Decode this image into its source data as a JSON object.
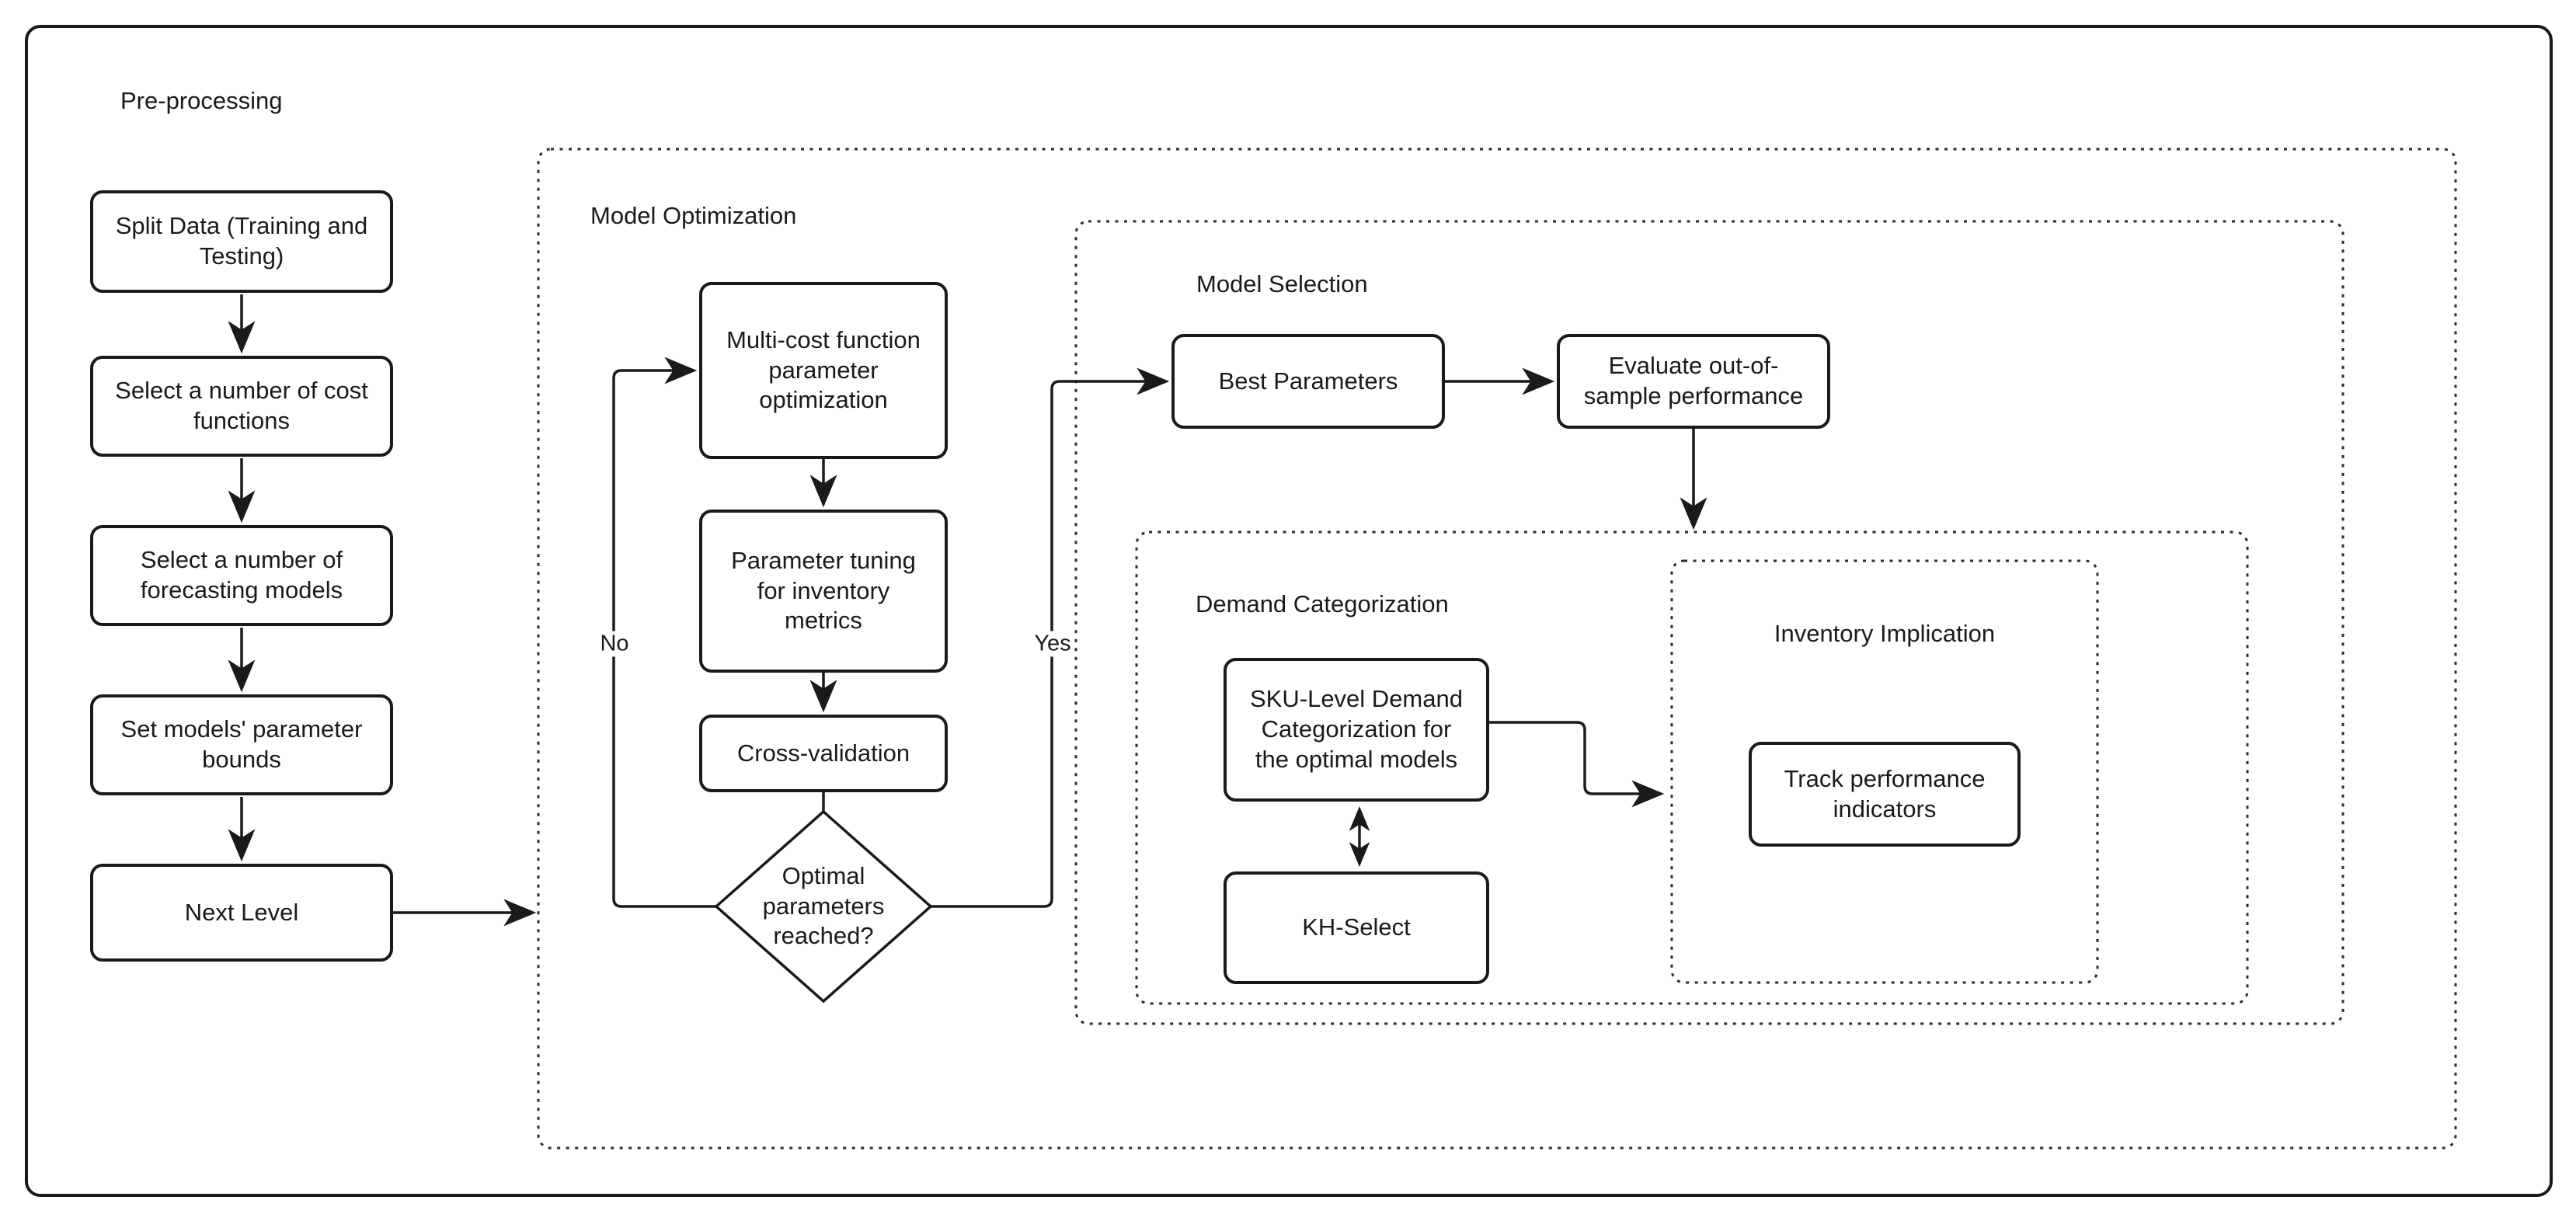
{
  "colors": {
    "background": "#ffffff",
    "line": "#1a1a1a",
    "dashed_border": "#2b2b2b"
  },
  "sections": {
    "preprocessing": {
      "label": "Pre-processing"
    },
    "model_optimization": {
      "label": "Model Optimization"
    },
    "model_selection": {
      "label": "Model Selection"
    },
    "demand_categorization": {
      "label": "Demand Categorization"
    },
    "inventory_implication": {
      "label": "Inventory Implication"
    }
  },
  "nodes": {
    "split_data": "Split Data (Training and Testing)",
    "select_cost_functions": "Select a number of cost functions",
    "select_forecasting_models": "Select a number of forecasting models",
    "set_parameter_bounds": "Set models' parameter bounds",
    "next_level": "Next Level",
    "multi_cost_optimization": "Multi-cost function parameter optimization",
    "parameter_tuning": "Parameter tuning for inventory metrics",
    "cross_validation": "Cross-validation",
    "optimal_parameters_decision": "Optimal parameters reached?",
    "best_parameters": "Best Parameters",
    "evaluate_out_of_sample": "Evaluate out-of-sample performance",
    "sku_demand_categorization": "SKU-Level Demand Categorization for the optimal models",
    "kh_select": "KH-Select",
    "track_performance_indicators": "Track performance indicators"
  },
  "edges": {
    "no_label": "No",
    "yes_label": "Yes"
  }
}
